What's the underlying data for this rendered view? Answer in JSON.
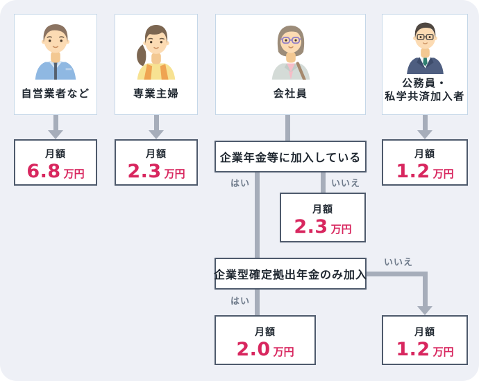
{
  "colors": {
    "background": "#eef0f6",
    "accent": "#d8275f",
    "connector": "#a6adba",
    "result_border": "#4e5a6c",
    "card_border": "#c5d7e8",
    "text_dark": "#1f2730",
    "branch_label": "#6e7a8a"
  },
  "cards": [
    {
      "label": "自営業者など",
      "avatar_icon": "man-blue-shirt-icon"
    },
    {
      "label": "専業主婦",
      "avatar_icon": "woman-apron-icon"
    },
    {
      "label": "会社員",
      "avatar_icon": "woman-glasses-bag-icon"
    },
    {
      "label": "公務員・",
      "label2": "私学共済加入者",
      "avatar_icon": "man-suit-glasses-icon"
    }
  ],
  "amounts": {
    "self_employed": {
      "prefix": "月額",
      "value": "6.8",
      "unit": "万円"
    },
    "housewife": {
      "prefix": "月額",
      "value": "2.3",
      "unit": "万円"
    },
    "civil_servant": {
      "prefix": "月額",
      "value": "1.2",
      "unit": "万円"
    },
    "company_no_corp_pension": {
      "prefix": "月額",
      "value": "2.3",
      "unit": "万円"
    },
    "company_dc_only": {
      "prefix": "月額",
      "value": "2.0",
      "unit": "万円"
    },
    "company_other_pension": {
      "prefix": "月額",
      "value": "1.2",
      "unit": "万円"
    }
  },
  "decisions": {
    "q1": {
      "text": "企業年金等に加入している",
      "yes": "はい",
      "no": "いいえ"
    },
    "q2": {
      "text": "企業型確定拠出年金のみ加入",
      "yes": "はい",
      "no": "いいえ"
    }
  }
}
